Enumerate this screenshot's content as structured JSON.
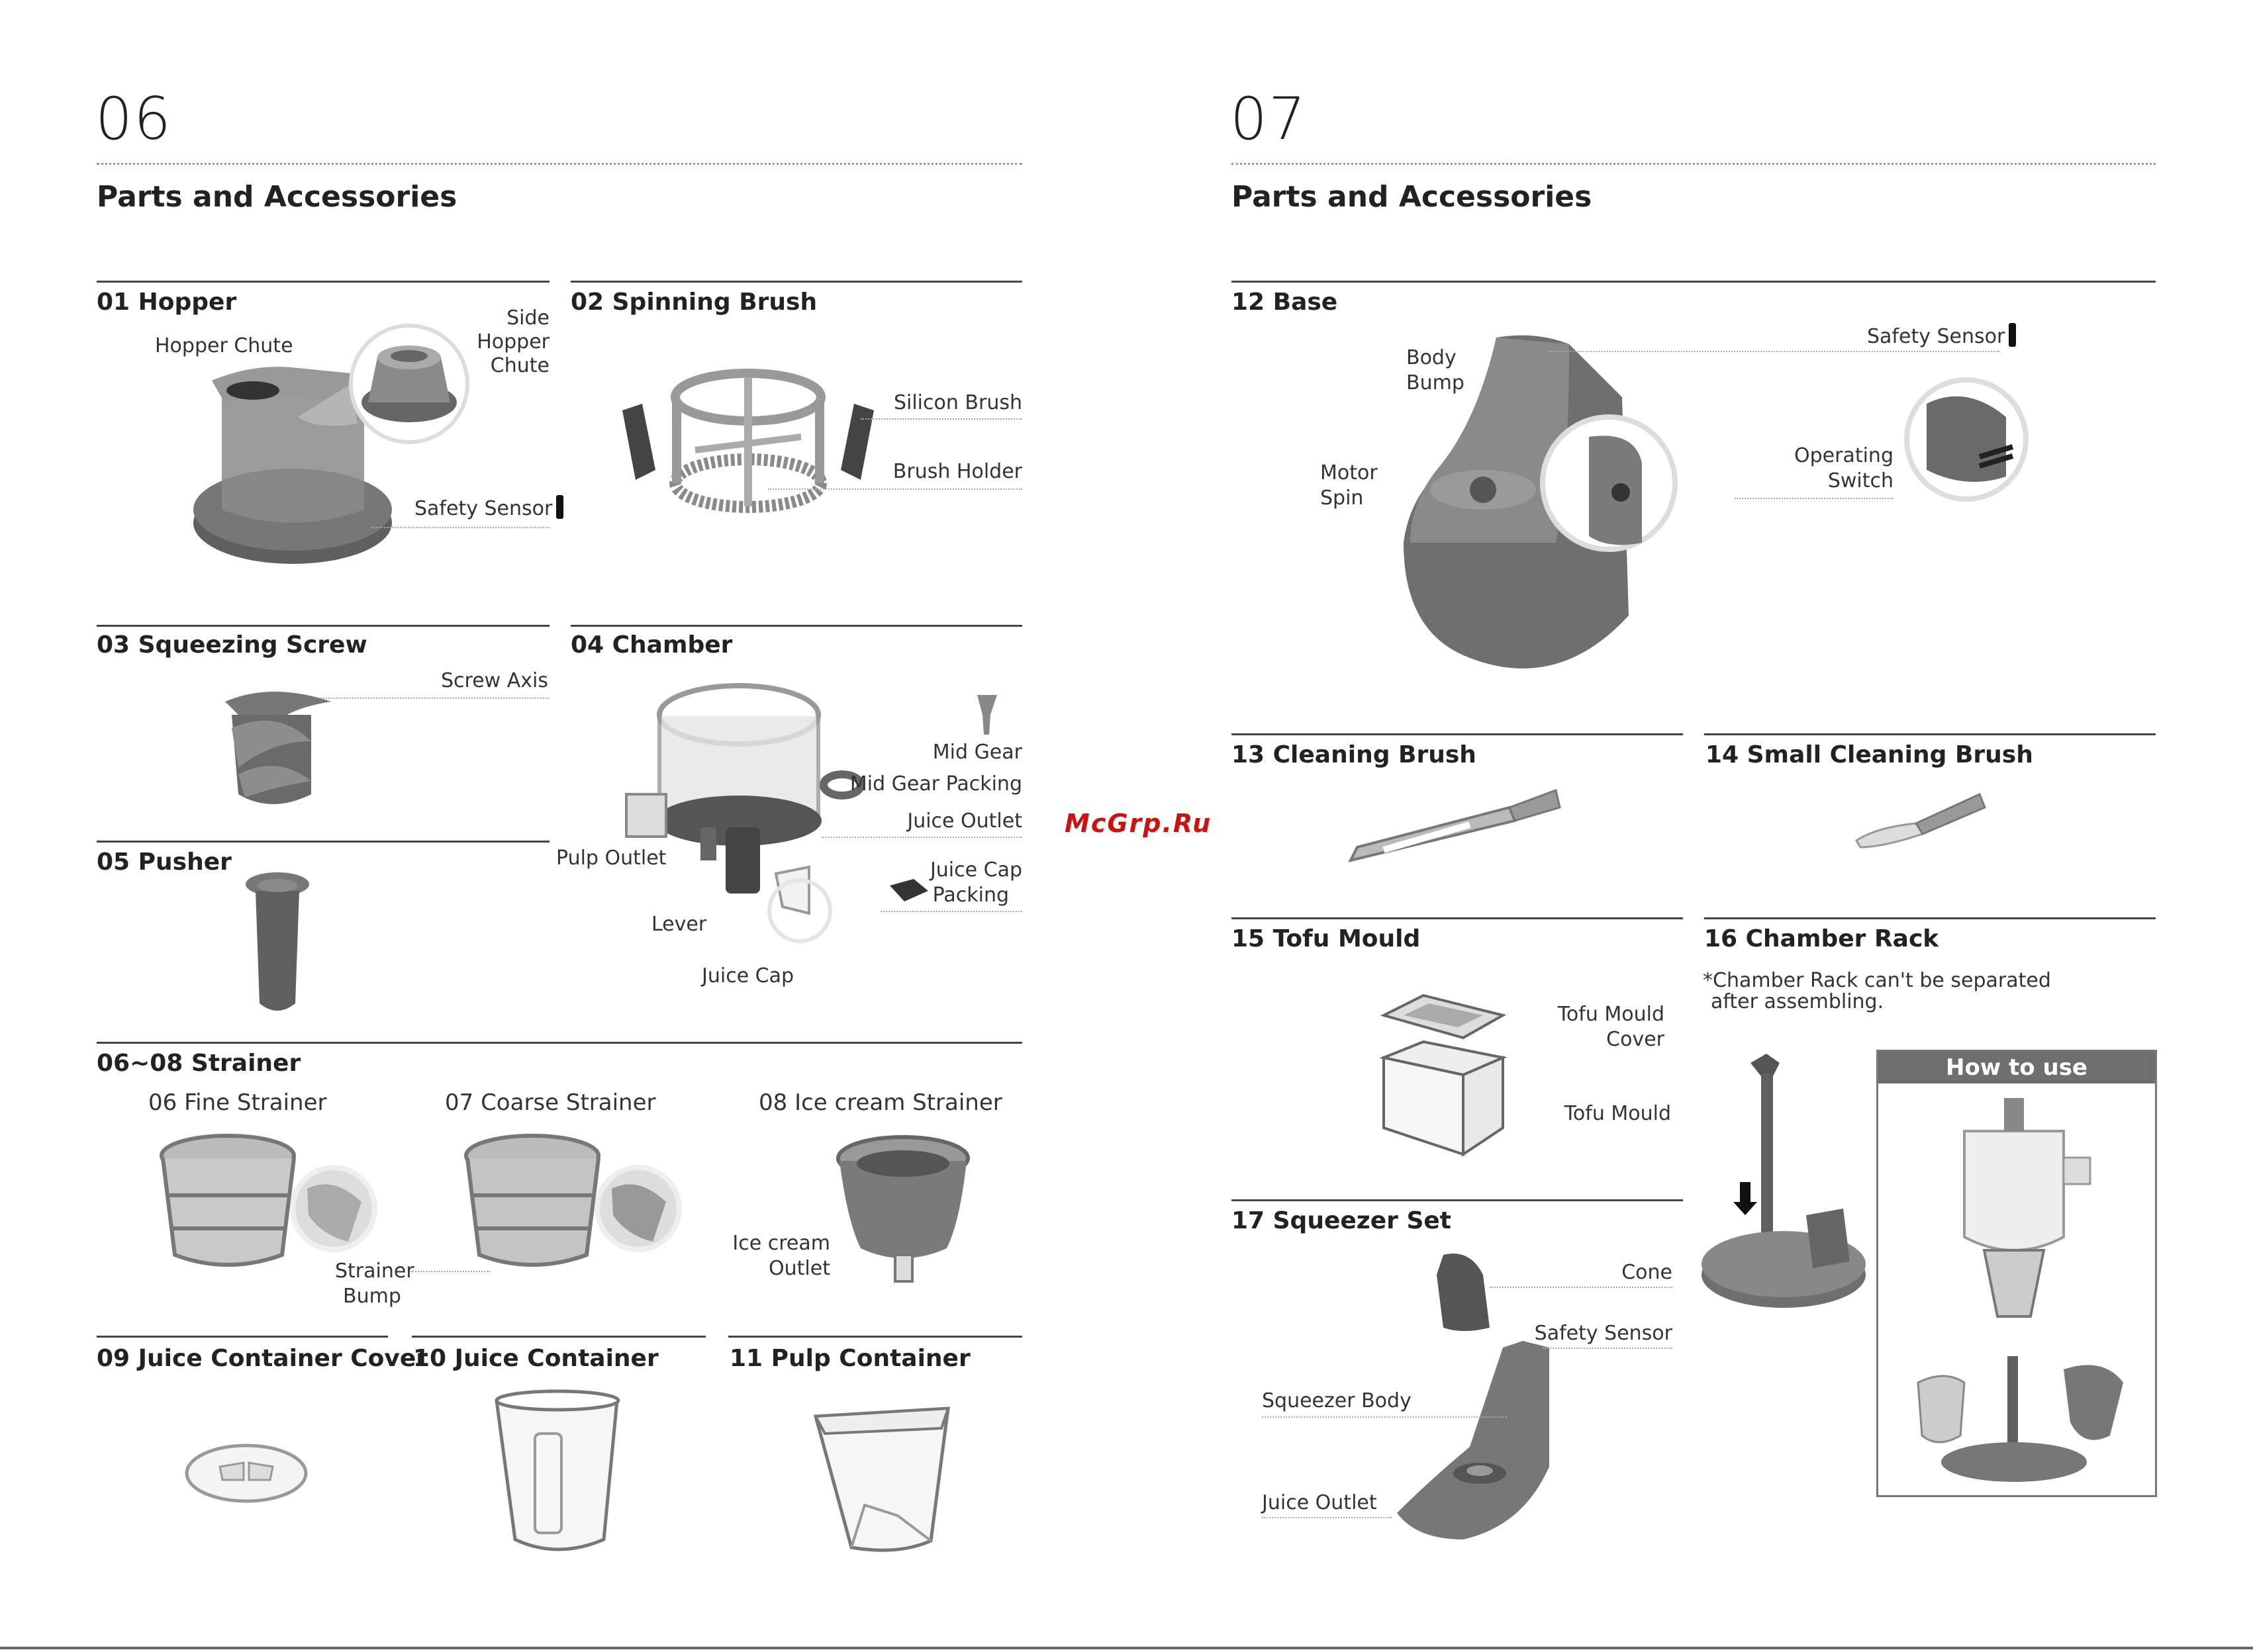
{
  "left_page": {
    "number": "06",
    "title": "Parts and Accessories",
    "sections": {
      "hopper": {
        "title": "01 Hopper",
        "labels": {
          "hopper_chute": "Hopper Chute",
          "side_hopper_chute_1": "Side",
          "side_hopper_chute_2": "Hopper",
          "side_hopper_chute_3": "Chute",
          "safety_sensor": "Safety Sensor"
        }
      },
      "spinning_brush": {
        "title": "02 Spinning Brush",
        "labels": {
          "silicon_brush": "Silicon Brush",
          "brush_holder": "Brush Holder"
        }
      },
      "squeezing_screw": {
        "title": "03 Squeezing Screw",
        "labels": {
          "screw_axis": "Screw Axis"
        }
      },
      "chamber": {
        "title": "04 Chamber",
        "labels": {
          "mid_gear": "Mid Gear",
          "mid_gear_packing": "Mid Gear Packing",
          "juice_outlet": "Juice Outlet",
          "pulp_outlet": "Pulp Outlet",
          "juice_cap_packing_1": "Juice Cap",
          "juice_cap_packing_2": "Packing",
          "lever": "Lever",
          "juice_cap": "Juice Cap"
        }
      },
      "pusher": {
        "title": "05 Pusher"
      },
      "strainer": {
        "title": "06~08 Strainer",
        "fine": "06 Fine Strainer",
        "coarse": "07 Coarse Strainer",
        "ice_cream": "08 Ice cream Strainer",
        "labels": {
          "strainer_bump_1": "Strainer",
          "strainer_bump_2": "Bump",
          "ice_cream_outlet_1": "Ice cream",
          "ice_cream_outlet_2": "Outlet"
        }
      },
      "juice_container_cover": {
        "title": "09 Juice Container Cover"
      },
      "juice_container": {
        "title": "10 Juice Container"
      },
      "pulp_container": {
        "title": "11 Pulp Container"
      }
    }
  },
  "right_page": {
    "number": "07",
    "title": "Parts and Accessories",
    "sections": {
      "base": {
        "title": "12 Base",
        "labels": {
          "body_bump_1": "Body",
          "body_bump_2": "Bump",
          "safety_sensor": "Safety Sensor",
          "motor_spin_1": "Motor",
          "motor_spin_2": "Spin",
          "operating_switch_1": "Operating",
          "operating_switch_2": "Switch"
        }
      },
      "cleaning_brush": {
        "title": "13 Cleaning Brush"
      },
      "small_cleaning_brush": {
        "title": "14 Small Cleaning Brush"
      },
      "tofu_mould": {
        "title": "15 Tofu Mould",
        "labels": {
          "tofu_mould_cover_1": "Tofu Mould",
          "tofu_mould_cover_2": "Cover",
          "tofu_mould": "Tofu Mould"
        }
      },
      "chamber_rack": {
        "title": "16 Chamber Rack",
        "note_1": "*Chamber Rack can't be separated",
        "note_2": "after assembling.",
        "how_to_use": "How to use"
      },
      "squeezer_set": {
        "title": "17 Squeezer Set",
        "labels": {
          "cone": "Cone",
          "safety_sensor": "Safety Sensor",
          "squeezer_body": "Squeezer Body",
          "juice_outlet": "Juice Outlet"
        }
      }
    }
  },
  "watermark": "McGrp.Ru",
  "colors": {
    "part_dark": "#5f5f5f",
    "part_mid": "#8a8a8a",
    "part_light": "#c4c4c4",
    "accent_black": "#111111",
    "watermark": "#cc1111"
  }
}
